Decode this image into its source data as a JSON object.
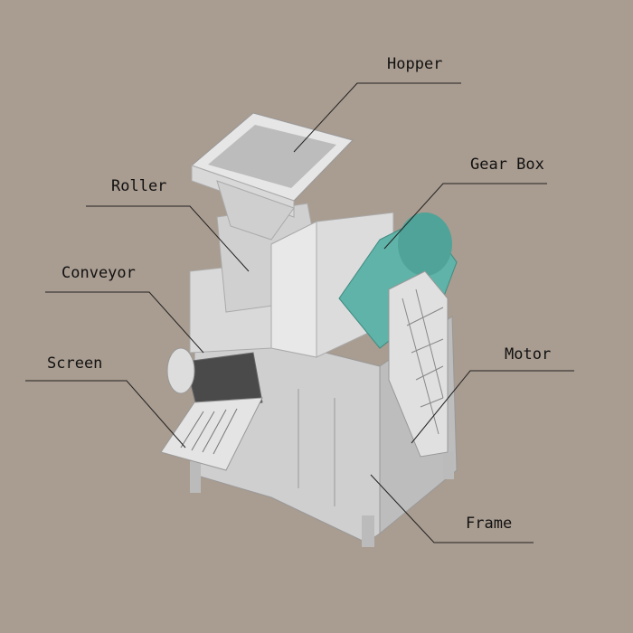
{
  "labels": {
    "hopper": "Hopper",
    "roller": "Roller",
    "gear_box": "Gear Box",
    "conveyor": "Conveyor",
    "screen": "Screen",
    "motor": "Motor",
    "frame": "Frame"
  },
  "colors": {
    "background": "#a99c90",
    "machine": "#d4d4d4",
    "gearbox": "#5fb3a8",
    "line": "#222222"
  }
}
